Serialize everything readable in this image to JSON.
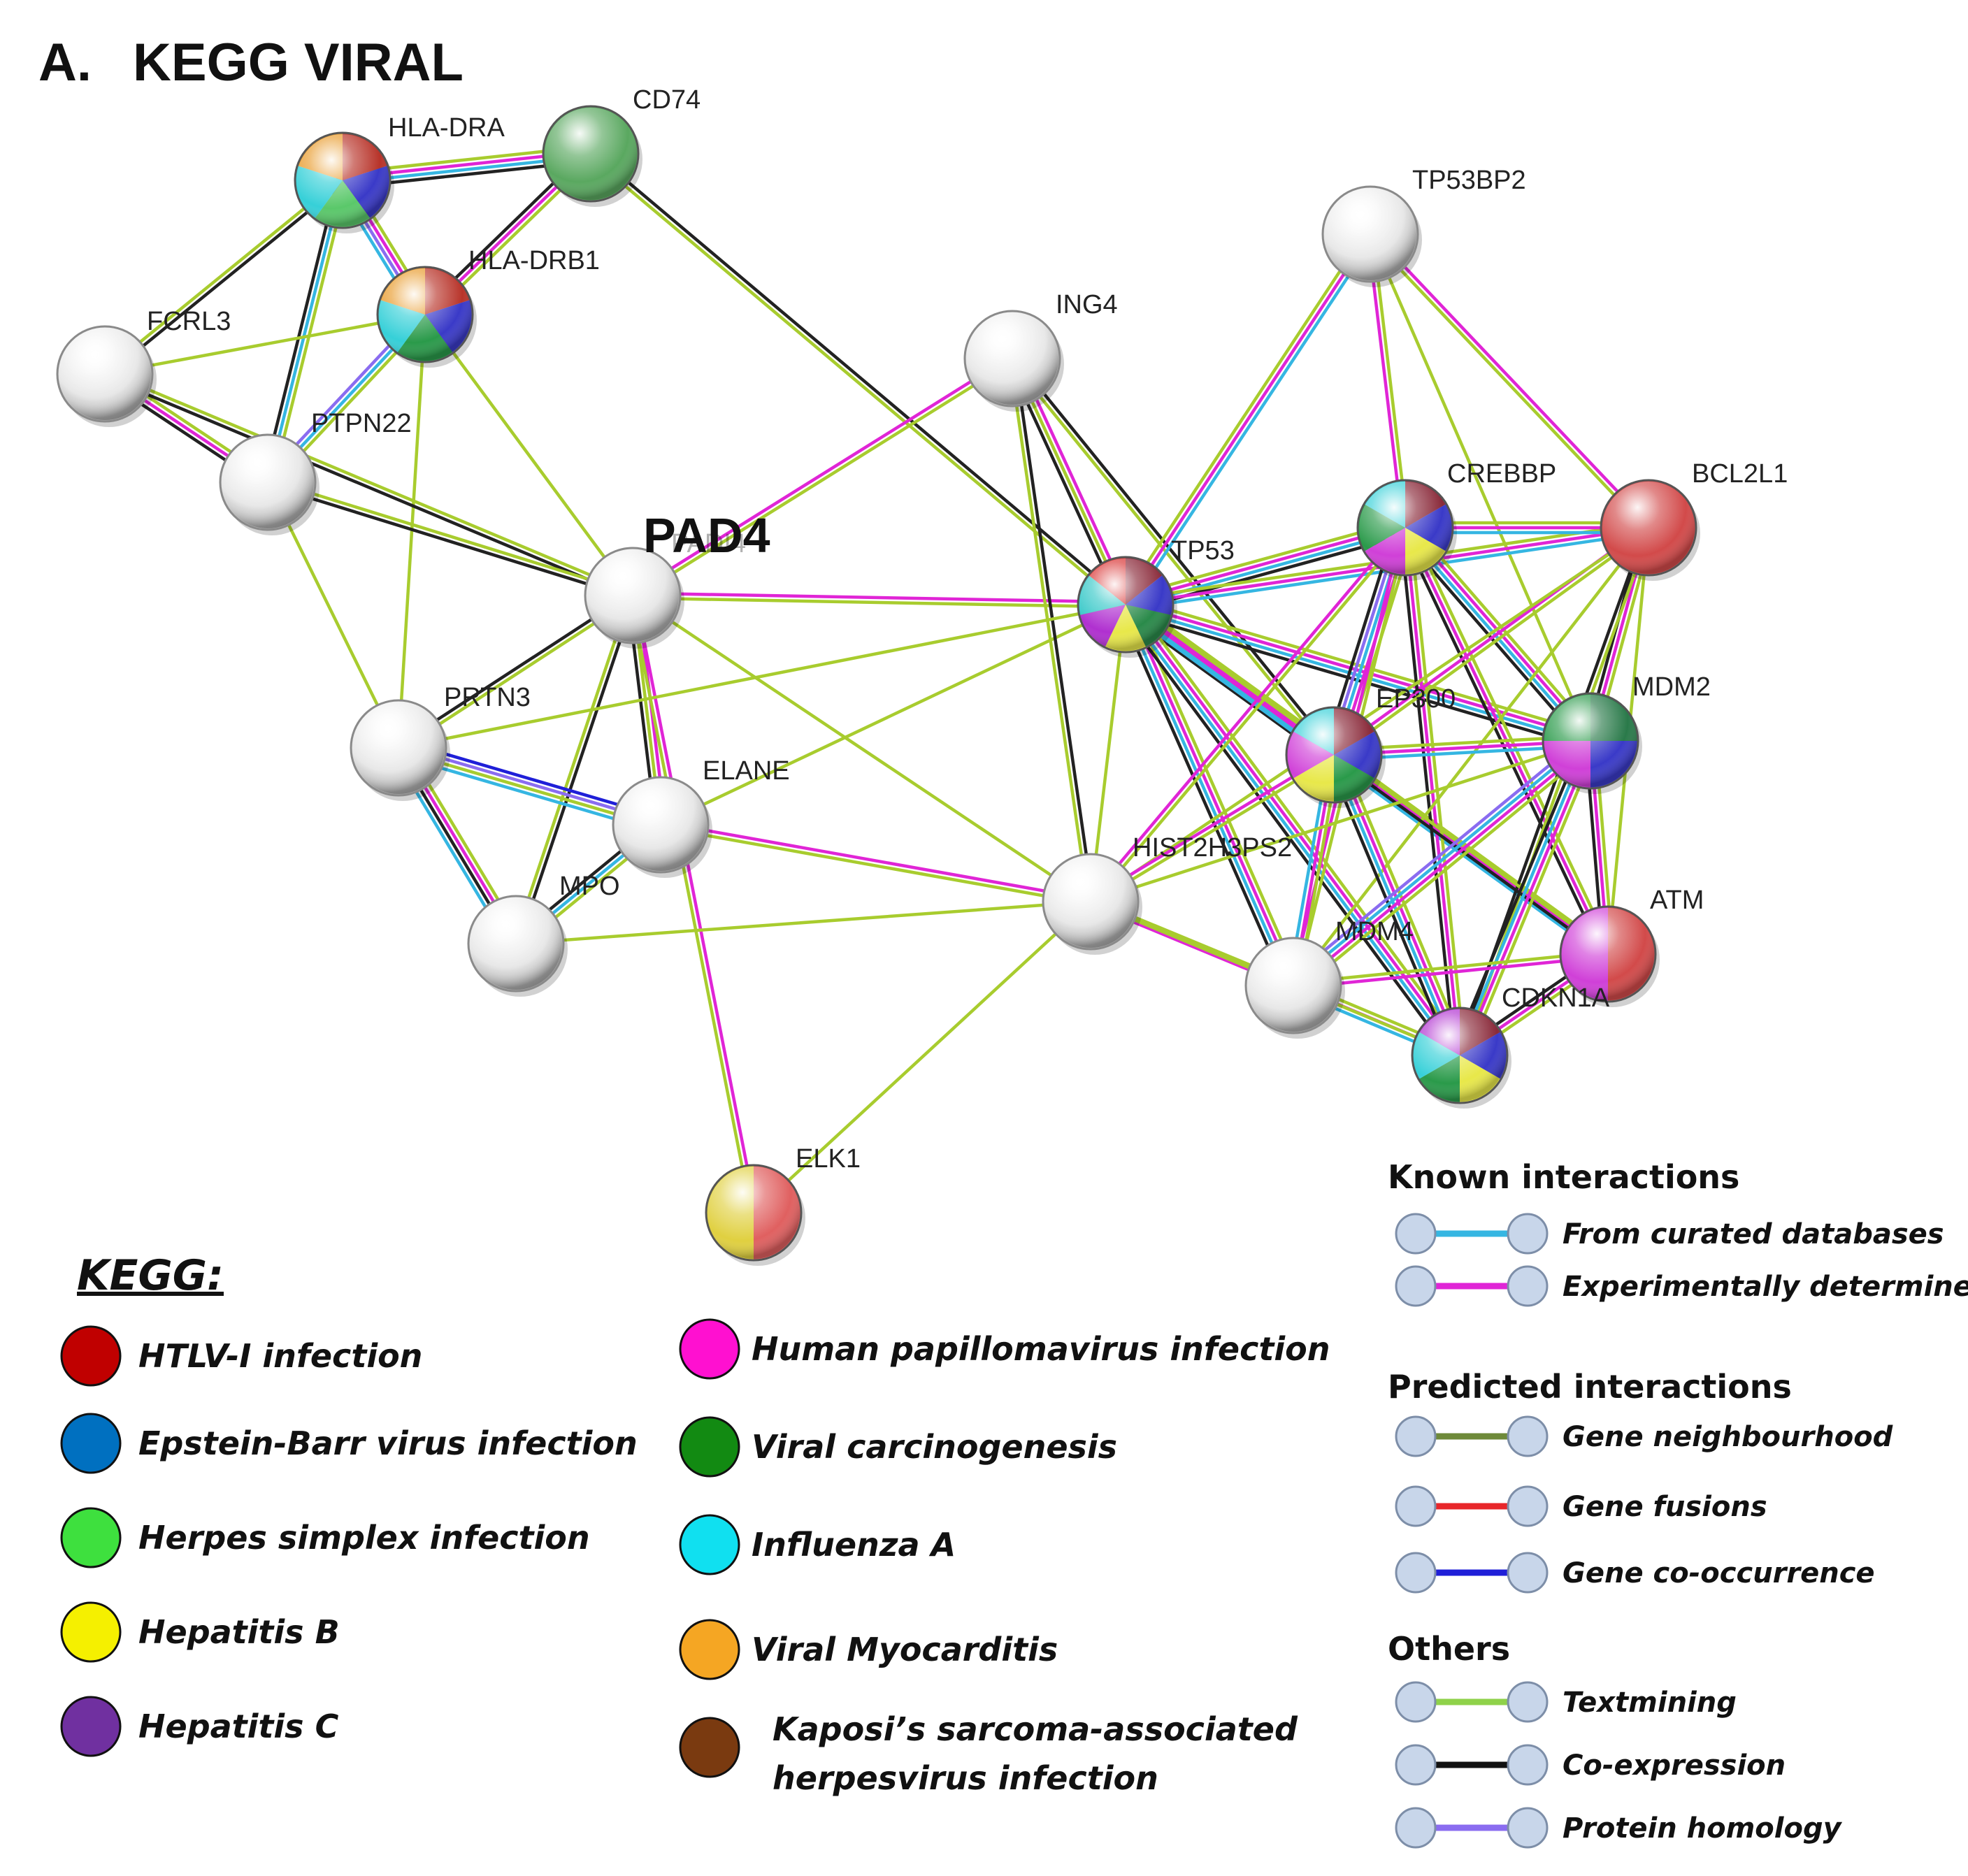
{
  "panel": {
    "letter": "A.",
    "title": "KEGG VIRAL"
  },
  "center_label": "PAD4",
  "colors": {
    "curated": "#35b6e2",
    "experimental": "#e025d6",
    "neighbourhood": "#6e8a3a",
    "fusion": "#e8262a",
    "cooccurrence": "#1f1fd8",
    "textmining": "#a8cc2e",
    "coexpression": "#222222",
    "homology": "#8a6cf0",
    "white_node": "#e9e9e9"
  },
  "nodes": [
    {
      "id": "HLA-DRA",
      "label": "HLA-DRA",
      "colors": [
        "#b8342a",
        "#3a3ac8",
        "#5ac86a",
        "#36d0d8",
        "#e89a2a"
      ]
    },
    {
      "id": "CD74",
      "label": "CD74",
      "colors": [
        "#5aa860"
      ]
    },
    {
      "id": "HLA-DRB1",
      "label": "HLA-DRB1",
      "colors": [
        "#b8342a",
        "#3a3ac8",
        "#2a9a4a",
        "#36d0d8",
        "#e89a2a"
      ]
    },
    {
      "id": "FCRL3",
      "label": "FCRL3",
      "colors": []
    },
    {
      "id": "PTPN22",
      "label": "PTPN22",
      "colors": []
    },
    {
      "id": "PAD4",
      "label": "PADI4",
      "colors": []
    },
    {
      "id": "ING4",
      "label": "ING4",
      "colors": []
    },
    {
      "id": "TP53BP2",
      "label": "TP53BP2",
      "colors": []
    },
    {
      "id": "TP53",
      "label": "TP53",
      "colors": [
        "#8a2a3a",
        "#3a3ac8",
        "#2a8a4a",
        "#e8e84a",
        "#b030d0",
        "#36c8c8",
        "#d83030"
      ]
    },
    {
      "id": "CREBBP",
      "label": "CREBBP",
      "colors": [
        "#8a2a3a",
        "#3a3ac8",
        "#e8e84a",
        "#d040d8",
        "#2a9a4a",
        "#36d0d8"
      ]
    },
    {
      "id": "BCL2L1",
      "label": "BCL2L1",
      "colors": [
        "#d24a4a"
      ]
    },
    {
      "id": "PRTN3",
      "label": "PRTN3",
      "colors": []
    },
    {
      "id": "ELANE",
      "label": "ELANE",
      "colors": []
    },
    {
      "id": "MPO",
      "label": "MPO",
      "colors": []
    },
    {
      "id": "EP300",
      "label": "EP300",
      "colors": [
        "#8a2a3a",
        "#3a3ac8",
        "#2a9a4a",
        "#e8e84a",
        "#d040d8",
        "#36d0d8"
      ]
    },
    {
      "id": "MDM2",
      "label": "MDM2",
      "colors": [
        "#2a7a4a",
        "#3a3ac8",
        "#d040d8",
        "#2a9a4a"
      ]
    },
    {
      "id": "HIST2H3PS2",
      "label": "HIST2H3PS2",
      "colors": []
    },
    {
      "id": "MDM4",
      "label": "MDM4",
      "colors": []
    },
    {
      "id": "ATM",
      "label": "ATM",
      "colors": [
        "#d24a4a",
        "#d040d8"
      ]
    },
    {
      "id": "CDKN1A",
      "label": "CDKN1A",
      "colors": [
        "#8a2a3a",
        "#3a3ac8",
        "#e8e84a",
        "#2a9a4a",
        "#36d0d8",
        "#b030d0"
      ]
    },
    {
      "id": "ELK1",
      "label": "ELK1",
      "colors": [
        "#e06060",
        "#e0d040"
      ]
    }
  ],
  "edges": [
    {
      "a": "HLA-DRA",
      "b": "CD74",
      "types": [
        "textmining",
        "experimental",
        "curated",
        "coexpression"
      ]
    },
    {
      "a": "HLA-DRA",
      "b": "HLA-DRB1",
      "types": [
        "textmining",
        "experimental",
        "homology",
        "curated"
      ]
    },
    {
      "a": "HLA-DRA",
      "b": "PTPN22",
      "types": [
        "textmining",
        "curated",
        "coexpression"
      ]
    },
    {
      "a": "CD74",
      "b": "HLA-DRB1",
      "types": [
        "textmining",
        "experimental",
        "coexpression"
      ]
    },
    {
      "a": "CD74",
      "b": "TP53",
      "types": [
        "coexpression",
        "textmining"
      ]
    },
    {
      "a": "HLA-DRB1",
      "b": "FCRL3",
      "types": [
        "textmining"
      ]
    },
    {
      "a": "HLA-DRB1",
      "b": "PTPN22",
      "types": [
        "textmining",
        "curated",
        "homology"
      ]
    },
    {
      "a": "HLA-DRB1",
      "b": "PAD4",
      "types": [
        "textmining"
      ]
    },
    {
      "a": "HLA-DRB1",
      "b": "PRTN3",
      "types": [
        "textmining"
      ]
    },
    {
      "a": "HLA-DRA",
      "b": "FCRL3",
      "types": [
        "coexpression",
        "textmining"
      ]
    },
    {
      "a": "FCRL3",
      "b": "PTPN22",
      "types": [
        "textmining",
        "experimental",
        "coexpression"
      ]
    },
    {
      "a": "FCRL3",
      "b": "PAD4",
      "types": [
        "textmining",
        "coexpression"
      ]
    },
    {
      "a": "PTPN22",
      "b": "PAD4",
      "types": [
        "textmining",
        "coexpression"
      ]
    },
    {
      "a": "PTPN22",
      "b": "PRTN3",
      "types": [
        "textmining"
      ]
    },
    {
      "a": "PAD4",
      "b": "ING4",
      "types": [
        "experimental",
        "textmining"
      ]
    },
    {
      "a": "PAD4",
      "b": "TP53",
      "types": [
        "experimental",
        "textmining"
      ]
    },
    {
      "a": "PAD4",
      "b": "PRTN3",
      "types": [
        "textmining",
        "coexpression"
      ]
    },
    {
      "a": "PAD4",
      "b": "ELANE",
      "types": [
        "experimental",
        "textmining",
        "coexpression"
      ]
    },
    {
      "a": "PAD4",
      "b": "MPO",
      "types": [
        "coexpression",
        "textmining"
      ]
    },
    {
      "a": "PAD4",
      "b": "ELK1",
      "types": [
        "experimental",
        "textmining"
      ]
    },
    {
      "a": "PAD4",
      "b": "HIST2H3PS2",
      "types": [
        "textmining"
      ]
    },
    {
      "a": "PRTN3",
      "b": "ELANE",
      "types": [
        "cooccurrence",
        "homology",
        "textmining",
        "curated"
      ]
    },
    {
      "a": "PRTN3",
      "b": "MPO",
      "types": [
        "textmining",
        "experimental",
        "coexpression",
        "curated"
      ]
    },
    {
      "a": "ELANE",
      "b": "MPO",
      "types": [
        "textmining",
        "curated",
        "coexpression"
      ]
    },
    {
      "a": "ELANE",
      "b": "HIST2H3PS2",
      "types": [
        "experimental",
        "textmining"
      ]
    },
    {
      "a": "ELANE",
      "b": "TP53",
      "types": [
        "textmining"
      ]
    },
    {
      "a": "MPO",
      "b": "HIST2H3PS2",
      "types": [
        "textmining"
      ]
    },
    {
      "a": "ELK1",
      "b": "HIST2H3PS2",
      "types": [
        "textmining"
      ]
    },
    {
      "a": "ING4",
      "b": "TP53",
      "types": [
        "experimental",
        "textmining",
        "coexpression"
      ]
    },
    {
      "a": "ING4",
      "b": "HIST2H3PS2",
      "types": [
        "coexpression",
        "textmining"
      ]
    },
    {
      "a": "ING4",
      "b": "EP300",
      "types": [
        "coexpression",
        "textmining"
      ]
    },
    {
      "a": "TP53BP2",
      "b": "TP53",
      "types": [
        "curated",
        "experimental",
        "textmining"
      ]
    },
    {
      "a": "TP53BP2",
      "b": "BCL2L1",
      "types": [
        "experimental",
        "textmining"
      ]
    },
    {
      "a": "TP53BP2",
      "b": "CREBBP",
      "types": [
        "textmining",
        "experimental"
      ]
    },
    {
      "a": "TP53BP2",
      "b": "MDM2",
      "types": [
        "textmining"
      ]
    },
    {
      "a": "TP53",
      "b": "CREBBP",
      "types": [
        "textmining",
        "experimental",
        "curated",
        "coexpression"
      ]
    },
    {
      "a": "TP53",
      "b": "BCL2L1",
      "types": [
        "textmining",
        "experimental",
        "curated"
      ]
    },
    {
      "a": "TP53",
      "b": "EP300",
      "types": [
        "textmining",
        "experimental",
        "curated",
        "coexpression"
      ]
    },
    {
      "a": "TP53",
      "b": "MDM2",
      "types": [
        "textmining",
        "experimental",
        "curated",
        "coexpression"
      ]
    },
    {
      "a": "TP53",
      "b": "MDM4",
      "types": [
        "textmining",
        "experimental",
        "curated",
        "coexpression"
      ]
    },
    {
      "a": "TP53",
      "b": "ATM",
      "types": [
        "textmining",
        "experimental",
        "curated"
      ]
    },
    {
      "a": "TP53",
      "b": "CDKN1A",
      "types": [
        "textmining",
        "experimental",
        "curated",
        "coexpression"
      ]
    },
    {
      "a": "TP53",
      "b": "HIST2H3PS2",
      "types": [
        "textmining"
      ]
    },
    {
      "a": "TP53",
      "b": "PRTN3",
      "types": [
        "textmining"
      ]
    },
    {
      "a": "CREBBP",
      "b": "BCL2L1",
      "types": [
        "textmining",
        "experimental",
        "curated"
      ]
    },
    {
      "a": "CREBBP",
      "b": "EP300",
      "types": [
        "textmining",
        "experimental",
        "curated",
        "homology",
        "coexpression"
      ]
    },
    {
      "a": "CREBBP",
      "b": "MDM2",
      "types": [
        "textmining",
        "experimental",
        "curated",
        "coexpression"
      ]
    },
    {
      "a": "CREBBP",
      "b": "CDKN1A",
      "types": [
        "textmining",
        "experimental",
        "coexpression"
      ]
    },
    {
      "a": "CREBBP",
      "b": "HIST2H3PS2",
      "types": [
        "textmining",
        "experimental"
      ]
    },
    {
      "a": "CREBBP",
      "b": "MDM4",
      "types": [
        "textmining",
        "experimental"
      ]
    },
    {
      "a": "CREBBP",
      "b": "ATM",
      "types": [
        "textmining",
        "experimental",
        "coexpression"
      ]
    },
    {
      "a": "BCL2L1",
      "b": "MDM2",
      "types": [
        "textmining",
        "experimental",
        "coexpression"
      ]
    },
    {
      "a": "BCL2L1",
      "b": "EP300",
      "types": [
        "textmining",
        "experimental"
      ]
    },
    {
      "a": "BCL2L1",
      "b": "CDKN1A",
      "types": [
        "textmining",
        "coexpression"
      ]
    },
    {
      "a": "BCL2L1",
      "b": "ATM",
      "types": [
        "textmining"
      ]
    },
    {
      "a": "BCL2L1",
      "b": "MDM4",
      "types": [
        "textmining"
      ]
    },
    {
      "a": "BCL2L1",
      "b": "HIST2H3PS2",
      "types": [
        "textmining"
      ]
    },
    {
      "a": "EP300",
      "b": "MDM2",
      "types": [
        "textmining",
        "experimental",
        "curated"
      ]
    },
    {
      "a": "EP300",
      "b": "HIST2H3PS2",
      "types": [
        "textmining",
        "experimental"
      ]
    },
    {
      "a": "EP300",
      "b": "MDM4",
      "types": [
        "textmining",
        "experimental",
        "curated"
      ]
    },
    {
      "a": "EP300",
      "b": "ATM",
      "types": [
        "textmining",
        "coexpression"
      ]
    },
    {
      "a": "EP300",
      "b": "CDKN1A",
      "types": [
        "textmining",
        "experimental",
        "curated",
        "coexpression"
      ]
    },
    {
      "a": "MDM2",
      "b": "MDM4",
      "types": [
        "textmining",
        "experimental",
        "curated",
        "homology"
      ]
    },
    {
      "a": "MDM2",
      "b": "ATM",
      "types": [
        "textmining",
        "experimental",
        "coexpression"
      ]
    },
    {
      "a": "MDM2",
      "b": "CDKN1A",
      "types": [
        "textmining",
        "experimental",
        "curated",
        "coexpression"
      ]
    },
    {
      "a": "MDM2",
      "b": "HIST2H3PS2",
      "types": [
        "textmining"
      ]
    },
    {
      "a": "MDM4",
      "b": "ATM",
      "types": [
        "textmining",
        "experimental"
      ]
    },
    {
      "a": "MDM4",
      "b": "CDKN1A",
      "types": [
        "textmining",
        "experimental",
        "curated"
      ]
    },
    {
      "a": "ATM",
      "b": "CDKN1A",
      "types": [
        "textmining",
        "experimental",
        "coexpression"
      ]
    },
    {
      "a": "HIST2H3PS2",
      "b": "MDM4",
      "types": [
        "textmining",
        "experimental"
      ]
    },
    {
      "a": "HIST2H3PS2",
      "b": "CDKN1A",
      "types": [
        "textmining"
      ]
    }
  ],
  "kegg_legend": {
    "heading": "KEGG:",
    "items": [
      {
        "label": "HTLV-I infection",
        "color": "#c00000"
      },
      {
        "label": "Epstein-Barr virus infection",
        "color": "#0070c0"
      },
      {
        "label": "Herpes simplex infection",
        "color": "#3ee03e"
      },
      {
        "label": "Hepatitis B",
        "color": "#f5f000"
      },
      {
        "label": "Hepatitis C",
        "color": "#7030a0"
      },
      {
        "label": "Human papillomavirus  infection",
        "color": "#ff10d0"
      },
      {
        "label": "Viral carcinogenesis",
        "color": "#128a12"
      },
      {
        "label": "Influenza  A",
        "color": "#10e0f0"
      },
      {
        "label": "Viral Myocarditis",
        "color": "#f5a623"
      },
      {
        "label": "Kaposi’s  sarcoma-associated",
        "label2": "herpesvirus infection",
        "color": "#7a3a10"
      }
    ]
  },
  "interaction_legend": {
    "groups": [
      {
        "heading": "Known interactions",
        "items": [
          {
            "label": "From curated databases",
            "color": "#35b6e2"
          },
          {
            "label": "Experimentally  determined",
            "color": "#e025d6"
          }
        ]
      },
      {
        "heading": "Predicted interactions",
        "items": [
          {
            "label": "Gene neighbourhood",
            "color": "#6e8a3a"
          },
          {
            "label": "Gene fusions",
            "color": "#e8262a"
          },
          {
            "label": "Gene co-occurrence",
            "color": "#1f1fd8"
          }
        ]
      },
      {
        "heading": "Others",
        "items": [
          {
            "label": "Textmining",
            "color": "#8fd24a"
          },
          {
            "label": "Co-expression",
            "color": "#111111"
          },
          {
            "label": "Protein homology",
            "color": "#8a6cf0"
          }
        ]
      }
    ]
  }
}
